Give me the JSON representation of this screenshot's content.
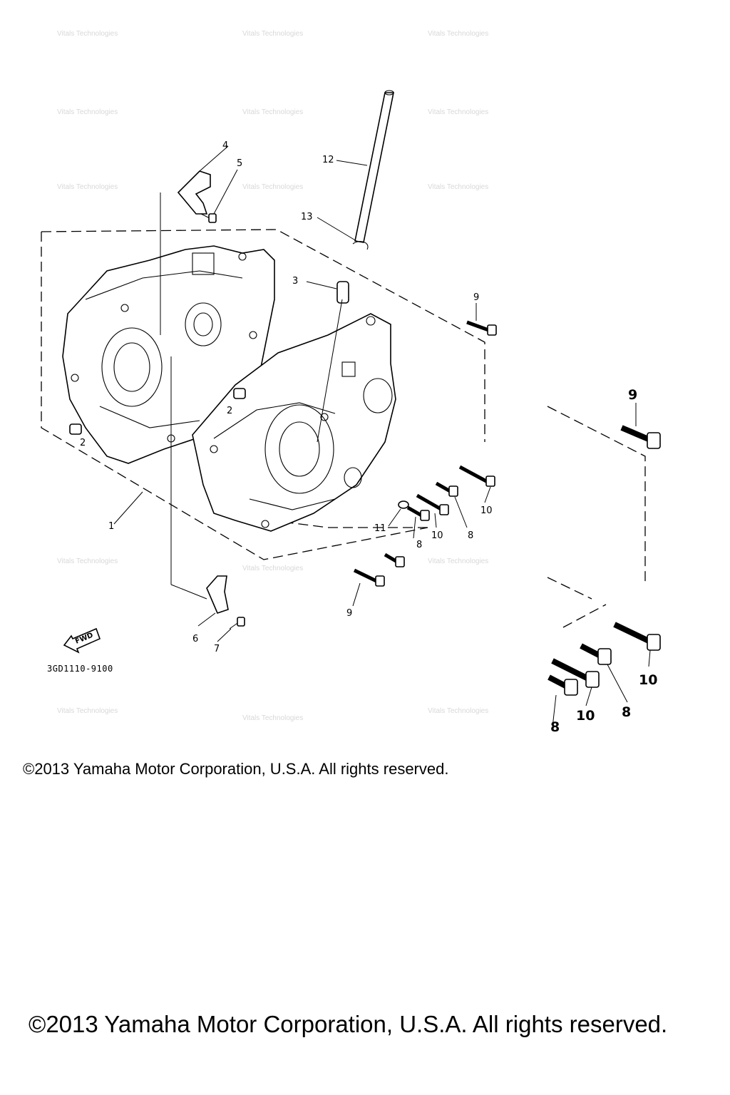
{
  "diagram": {
    "part_code": "3GD1110-9100",
    "fwd_label": "FWD",
    "watermark_text": "Vitals Technologies",
    "callouts": [
      "1",
      "2",
      "2",
      "3",
      "4",
      "5",
      "6",
      "7",
      "8",
      "8",
      "9",
      "9",
      "10",
      "10",
      "11",
      "12",
      "13"
    ],
    "detail_callouts": [
      "9",
      "10",
      "8",
      "10",
      "8"
    ]
  },
  "footer": {
    "copyright_small": "©2013 Yamaha Motor Corporation, U.S.A. All rights reserved.",
    "copyright_large": "©2013 Yamaha Motor Corporation, U.S.A. All rights reserved."
  }
}
